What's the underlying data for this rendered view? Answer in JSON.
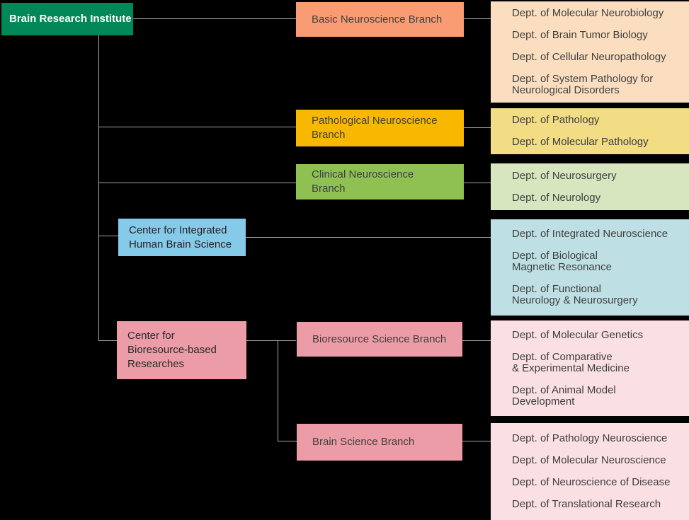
{
  "root": {
    "label": "Brain Research Institute",
    "color": "#028759"
  },
  "line_color": "#A6A6A6",
  "branches": [
    {
      "label": "Basic Neuroscience Branch",
      "color": "#FA9C73",
      "list_color": "#FBDEC0",
      "depts": [
        "Dept. of Molecular Neurobiology",
        "Dept. of Brain Tumor Biology",
        "Dept. of Cellular Neuropathology",
        "Dept. of System Pathology for\nNeurological Disorders"
      ]
    },
    {
      "label": "Pathological Neuroscience\nBranch",
      "color": "#F9B800",
      "list_color": "#F2DC84",
      "depts": [
        "Dept. of Pathology",
        "Dept. of Molecular Pathology"
      ]
    },
    {
      "label": "Clinical Neuroscience\nBranch",
      "color": "#8EC152",
      "list_color": "#D8E6C0",
      "depts": [
        "Dept. of Neurosurgery",
        "Dept. of Neurology"
      ]
    },
    {
      "label": "Center for Integrated\nHuman Brain Science",
      "color": "#85CBE9",
      "list_color": "#BEE0E4",
      "depts": [
        "Dept. of Integrated Neuroscience",
        "Dept. of Biological\nMagnetic Resonance",
        "Dept. of Functional\nNeurology & Neurosurgery"
      ]
    },
    {
      "label": "Center for\nBioresource-based\nResearches",
      "color": "#EC9CA6",
      "children": [
        {
          "label": "Bioresource Science Branch",
          "color": "#EC9CA6",
          "list_color": "#FADFE3",
          "depts": [
            "Dept. of Molecular Genetics",
            "Dept. of Comparative\n& Experimental Medicine",
            "Dept. of Animal Model\nDevelopment"
          ]
        },
        {
          "label": "Brain Science Branch",
          "color": "#EC9CA6",
          "list_color": "#FADFE3",
          "depts": [
            "Dept. of Pathology Neuroscience",
            "Dept. of Molecular Neuroscience",
            "Dept. of Neuroscience of Disease",
            "Dept. of Translational Research"
          ]
        }
      ]
    }
  ]
}
